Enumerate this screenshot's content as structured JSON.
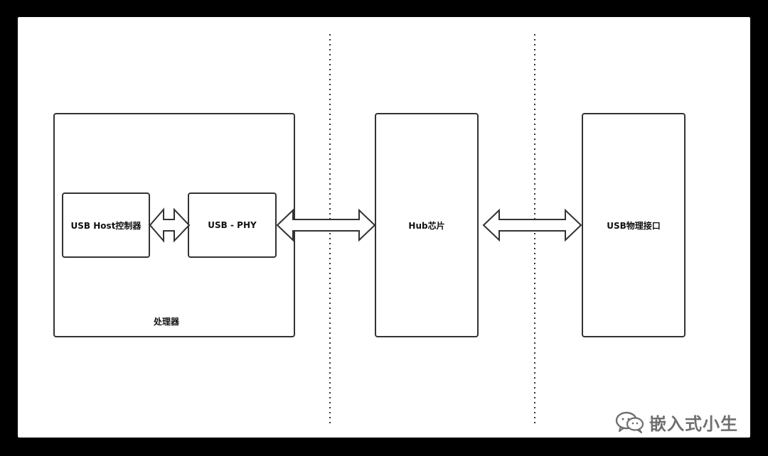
{
  "diagram": {
    "processor_label": "处理器",
    "usb_host_label": "USB Host控制器",
    "usb_phy_label": "USB - PHY",
    "hub_label": "Hub芯片",
    "physical_interface_label": "USB物理接口"
  },
  "watermark": {
    "text": "嵌入式小生",
    "icon": "wechat-icon"
  },
  "colors": {
    "background": "#000000",
    "canvas": "#ffffff",
    "stroke": "#333333",
    "watermark": "#6f6f6f"
  }
}
